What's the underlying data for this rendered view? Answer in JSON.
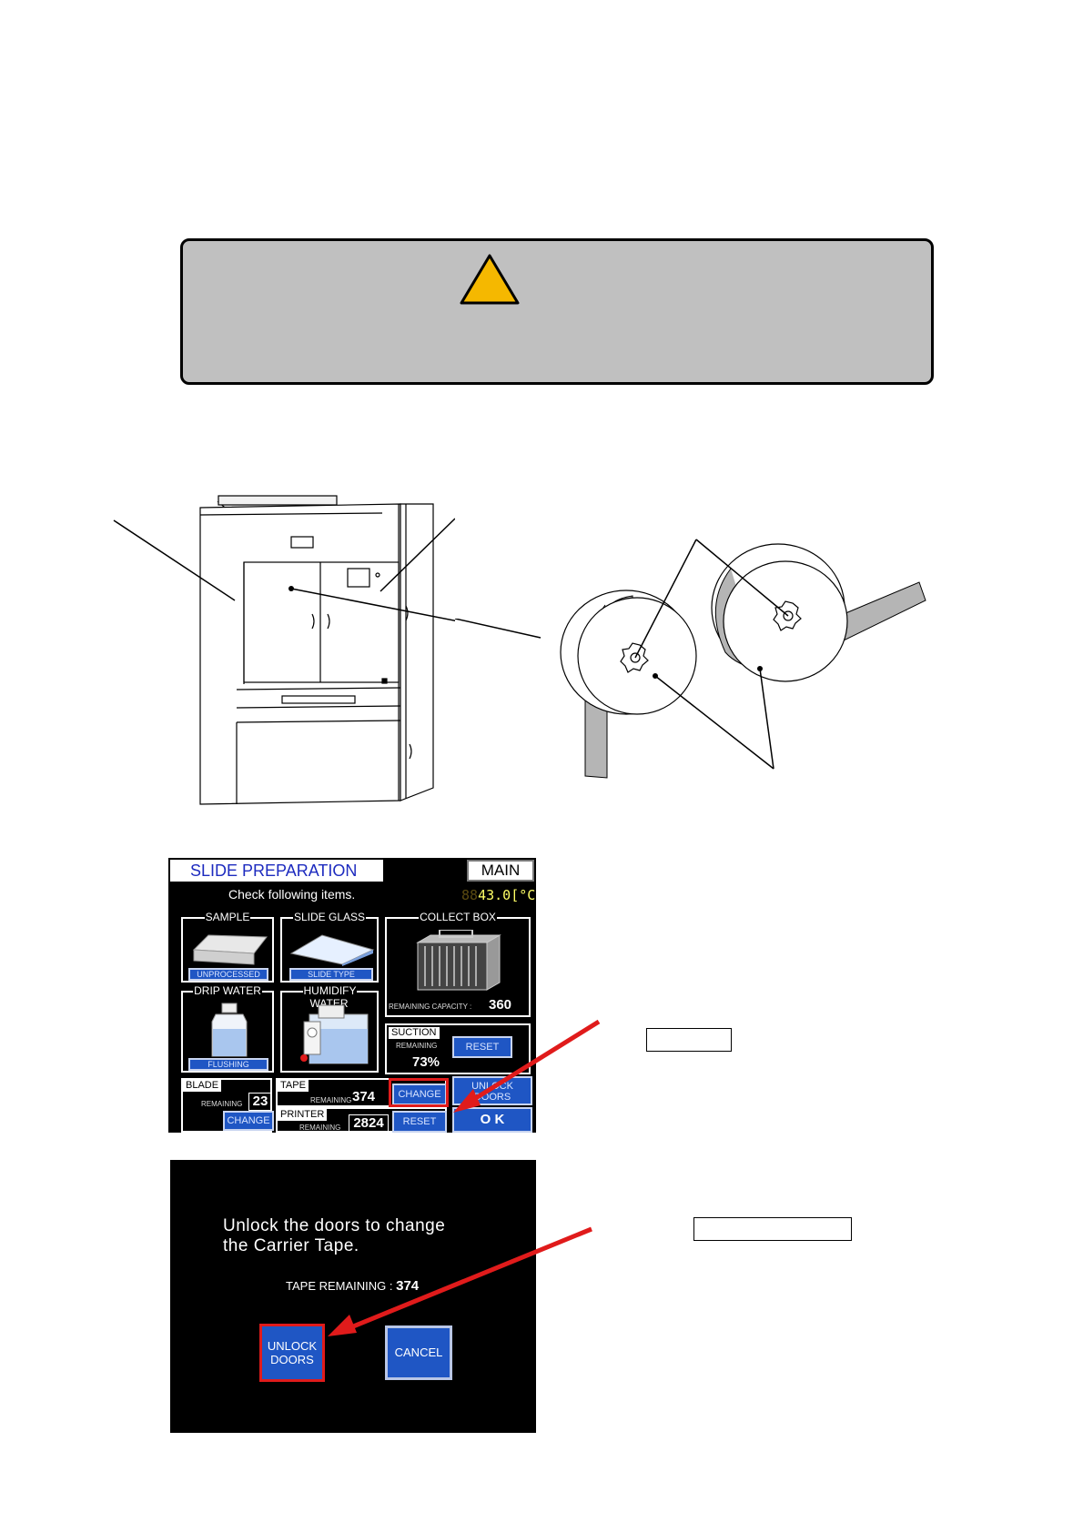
{
  "screen1": {
    "title": "SLIDE PREPARATION",
    "main_button": "MAIN",
    "instruction": "Check following items.",
    "temperature": {
      "ghost": "88",
      "value": "43.0",
      "unit": "[°C]"
    },
    "sample": {
      "label": "SAMPLE",
      "button": "UNPROCESSED"
    },
    "slide_glass": {
      "label": "SLIDE GLASS",
      "button": "SLIDE TYPE"
    },
    "collect_box": {
      "label": "COLLECT BOX",
      "capacity_label": "REMAINING CAPACITY :",
      "capacity_value": "360"
    },
    "drip_water": {
      "label": "DRIP WATER",
      "button": "FLUSHING"
    },
    "humidify_water": {
      "label": "HUMIDIFY WATER"
    },
    "suction": {
      "label": "SUCTION",
      "remaining_label": "REMAINING",
      "percent": "73%",
      "button": "RESET"
    },
    "blade": {
      "label": "BLADE",
      "remaining_label": "REMAINING",
      "remaining_value": "23",
      "button": "CHANGE"
    },
    "tape": {
      "label": "TAPE",
      "remaining_label": "REMAINING",
      "remaining_value": "374",
      "button": "CHANGE"
    },
    "printer": {
      "label": "PRINTER",
      "remaining_label": "REMAINING",
      "remaining_value": "2824",
      "button": "RESET"
    },
    "unlock_button": {
      "line1": "UNLOCK",
      "line2": "DOORS"
    },
    "ok_button": "O K"
  },
  "screen2": {
    "message_line1": "Unlock the doors to change",
    "message_line2": "the Carrier Tape.",
    "tape_remaining_label": "TAPE REMAINING :",
    "tape_remaining_value": "374",
    "unlock_button": {
      "line1": "UNLOCK",
      "line2": "DOORS"
    },
    "cancel_button": "CANCEL"
  },
  "colors": {
    "button_blue": "#1f56c4",
    "highlight_red": "#e01b1b",
    "warning_yellow": "#f5b800",
    "caution_gray": "#c0c0c0"
  }
}
